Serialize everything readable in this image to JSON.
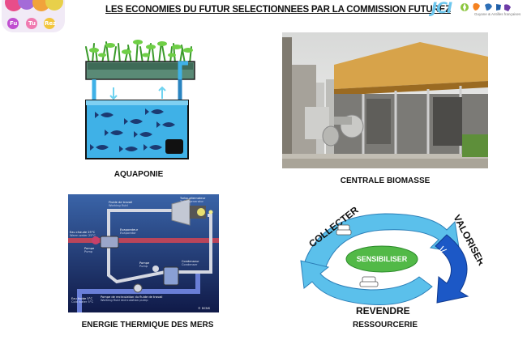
{
  "header": {
    "title": "LES ECONOMIES DU FUTUR SELECTIONNEES PAR LA COMMISSION FUTUREZ",
    "left_logo": {
      "syllables": [
        "Fu",
        "Tu",
        "Rez"
      ]
    },
    "right_logo": {
      "name": "JCI",
      "tagline": "Guyane & Antilles françaises"
    }
  },
  "panels": [
    {
      "caption": "AQUAPONIE"
    },
    {
      "caption": "CENTRALE BIOMASSE"
    },
    {
      "caption": "ENERGIE THERMIQUE DES MERS",
      "diagram_labels": {
        "fluid_out": "Fluide de travail",
        "fluid_out_sub": "Working fluid",
        "turbine": "Turbo-alternateur",
        "turbine_sub": "Turbo-generator",
        "evaporator": "Evaporateur",
        "evaporator_sub": "Evaporator",
        "warm_water": "Eau chaude 25°C",
        "warm_water_sub": "Warm water 25°C",
        "pump1": "Pompe",
        "pump1_sub": "Pump",
        "condenser": "Condenseur",
        "condenser_sub": "Condenser",
        "pump2": "Pompe",
        "pump2_sub": "Pump",
        "cold_water": "Eau froide 5°C",
        "cold_water_sub": "Cold water 5°C",
        "recirc": "Pompe de recirculation du fluide de travail",
        "recirc_sub": "Working fluid recirculation pump",
        "credit": "© DCNS"
      }
    },
    {
      "caption": "RESSOURCERIE",
      "cycle": {
        "collect": "COLLECTER",
        "valorise": "VALORISER",
        "resell": "REVENDRE",
        "center": "SENSIBILISER"
      }
    }
  ],
  "colors": {
    "title_text": "#111111",
    "jci_blue": "#6dc7ee",
    "water_blue": "#3fb1e7",
    "plant_green": "#5cbf3a",
    "cycle_light_blue": "#5bc0eb",
    "cycle_dark_blue": "#1c58c6",
    "sensibiliser_green": "#52b947",
    "otec_bg": "#1c2a66"
  },
  "icons": [
    "jci-compass-icon",
    "sofa-icon",
    "armchair-icon",
    "tools-icon",
    "fish-icon"
  ]
}
